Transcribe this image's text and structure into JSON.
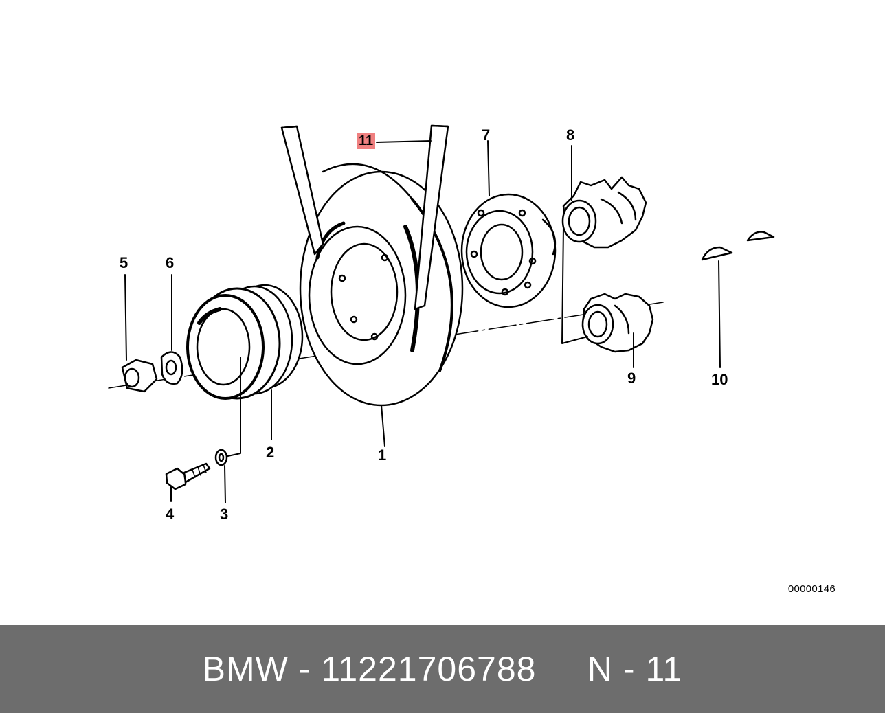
{
  "diagram": {
    "callouts": [
      {
        "id": "1",
        "text": "1"
      },
      {
        "id": "2",
        "text": "2"
      },
      {
        "id": "3",
        "text": "3"
      },
      {
        "id": "4",
        "text": "4"
      },
      {
        "id": "5",
        "text": "5"
      },
      {
        "id": "6",
        "text": "6"
      },
      {
        "id": "7",
        "text": "7"
      },
      {
        "id": "8",
        "text": "8"
      },
      {
        "id": "9",
        "text": "9"
      },
      {
        "id": "10",
        "text": "10"
      },
      {
        "id": "11",
        "text": "11"
      }
    ],
    "highlight_color": "#f08080",
    "code": "00000146"
  },
  "footer": {
    "text": "BMW - 11221706788     N - 11",
    "background": "#6d6d6d",
    "color": "#ffffff"
  }
}
